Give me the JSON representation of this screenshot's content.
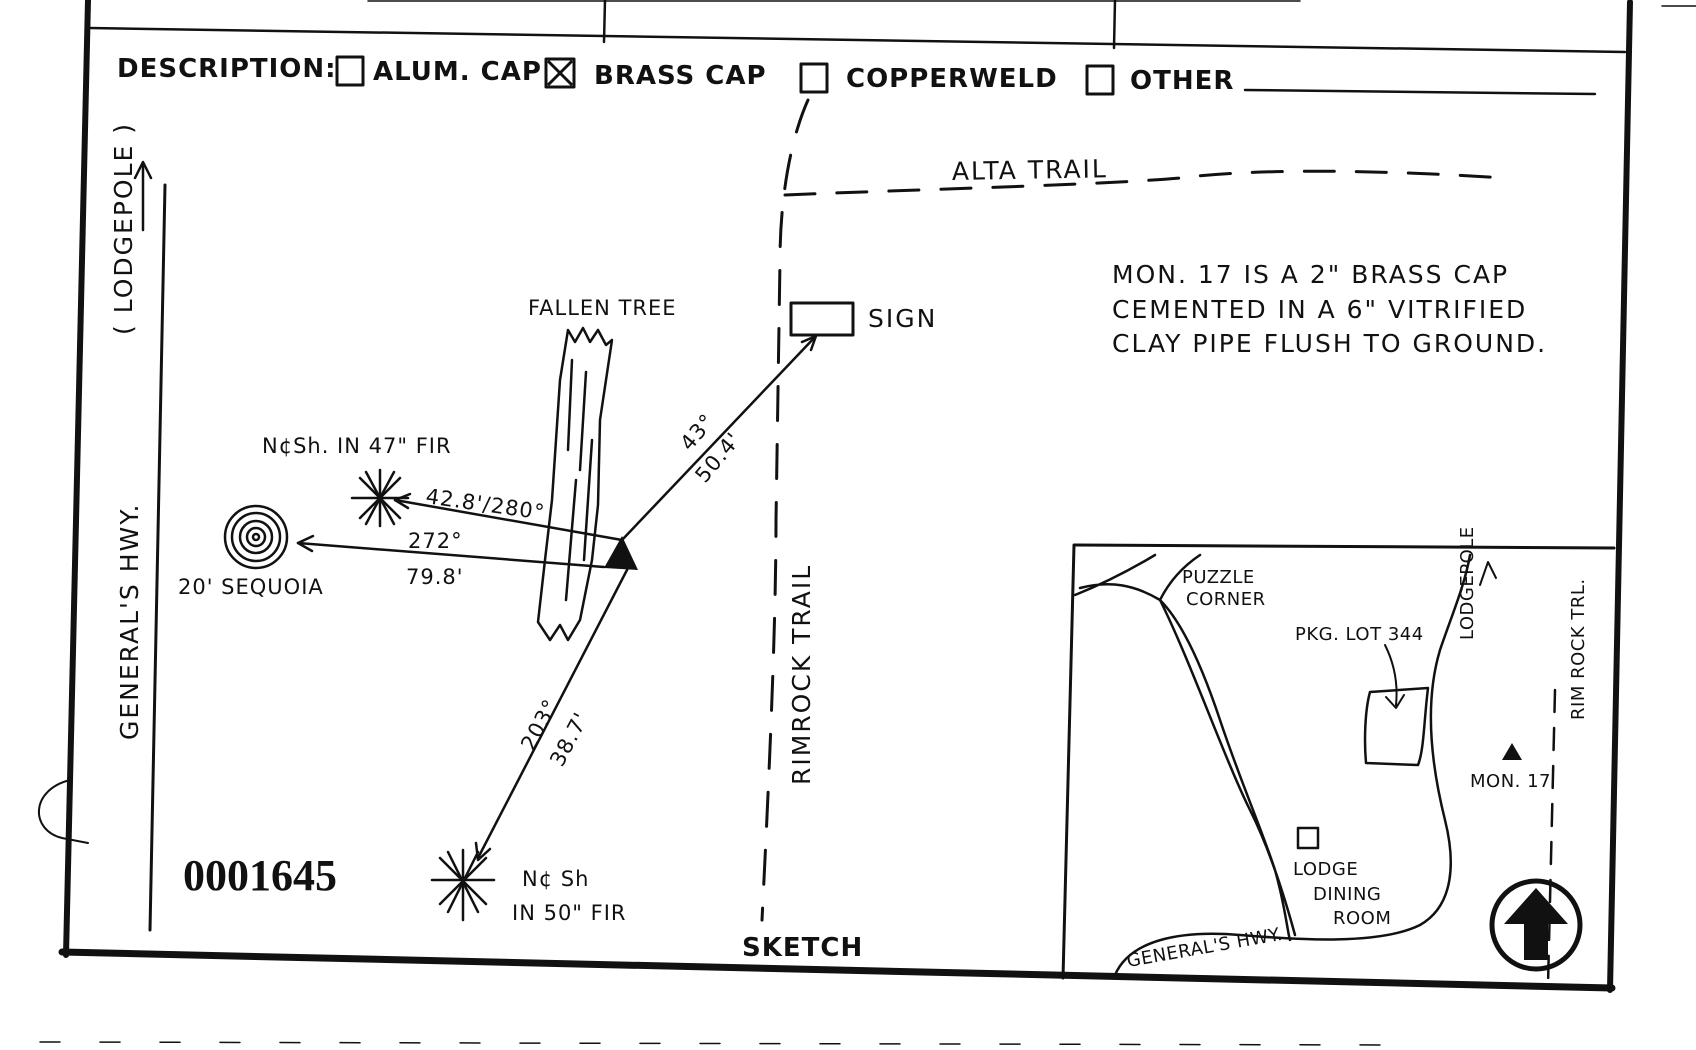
{
  "form": {
    "description_label": "DESCRIPTION:",
    "options": [
      {
        "label": "ALUM. CAP",
        "checked": false
      },
      {
        "label": "BRASS CAP",
        "checked": true
      },
      {
        "label": "COPPERWELD",
        "checked": false
      },
      {
        "label": "OTHER",
        "checked": false
      }
    ],
    "sketch_caption": "SKETCH",
    "record_number": "0001645"
  },
  "sketch": {
    "highway_label": "GENERAL'S HWY.",
    "lodgepole_label": "( LODGEPOLE )",
    "alta_trail": "ALTA TRAIL",
    "rimrock_trail": "RIMROCK TRAIL",
    "fallen_tree": "FALLEN TREE",
    "sign": "SIGN",
    "sequoia": "20' SEQUOIA",
    "fir_47": "N¢Sh. IN 47\" FIR",
    "fir_50_line1": "N¢ Sh",
    "fir_50_line2": "IN 50\" FIR",
    "bearing_fir47": "42.8'/280°",
    "bearing_sequoia_angle": "272°",
    "bearing_sequoia_dist": "79.8'",
    "bearing_sign_angle": "43°",
    "bearing_sign_dist": "50.4'",
    "bearing_fir50_angle": "203°",
    "bearing_fir50_dist": "38.7'",
    "note_lines": [
      "MON. 17 IS A 2\" BRASS CAP",
      "CEMENTED IN A 6\" VITRIFIED",
      "CLAY PIPE FLUSH TO GROUND."
    ]
  },
  "inset": {
    "puzzle_corner_line1": "PUZZLE",
    "puzzle_corner_line2": "CORNER",
    "lodgepole": "LODGEPOLE",
    "pkg_lot": "PKG. LOT 344",
    "rim_rock_trl": "RIM ROCK TRL.",
    "mon17": "MON. 17",
    "lodge_line1": "LODGE",
    "lodge_line2": "DINING",
    "lodge_line3": "ROOM",
    "generals_hwy": "GENERAL'S HWY."
  }
}
